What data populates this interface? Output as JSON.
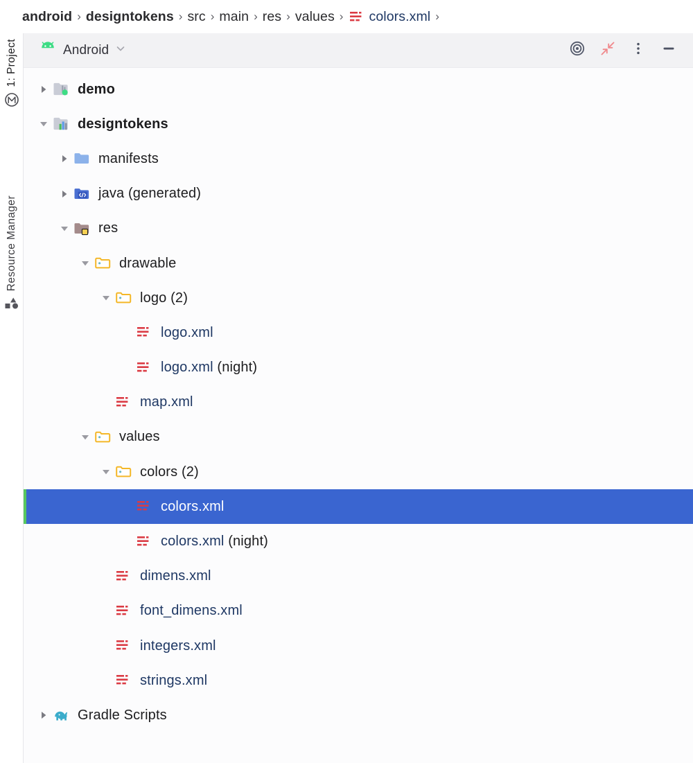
{
  "breadcrumb": {
    "name": "breadcrumb",
    "separator": "›",
    "items": [
      {
        "label": "android",
        "bold": true,
        "link": false,
        "icon": null
      },
      {
        "label": "designtokens",
        "bold": true,
        "link": false,
        "icon": null
      },
      {
        "label": "src",
        "bold": false,
        "link": false,
        "icon": null
      },
      {
        "label": "main",
        "bold": false,
        "link": false,
        "icon": null
      },
      {
        "label": "res",
        "bold": false,
        "link": false,
        "icon": null
      },
      {
        "label": "values",
        "bold": false,
        "link": false,
        "icon": null
      },
      {
        "label": "colors.xml",
        "bold": false,
        "link": true,
        "icon": "xml-file-icon"
      }
    ],
    "trailing_separator": "›"
  },
  "tool_strip": {
    "tabs": [
      {
        "label": "1: Project",
        "icon": "module-circle-icon",
        "active": true
      },
      {
        "label": "Resource Manager",
        "icon": "shapes-icon",
        "active": false
      }
    ]
  },
  "toolbar": {
    "view_selector": {
      "label": "Android",
      "icon": "android-robot-icon",
      "chevron": "chevron-down-icon"
    },
    "buttons": [
      {
        "name": "select-opened-file-button",
        "icon": "target-icon",
        "tooltip": "Select Opened File"
      },
      {
        "name": "collapse-all-button",
        "icon": "collapse-all-icon",
        "tooltip": "Collapse All"
      },
      {
        "name": "options-menu-button",
        "icon": "more-vertical-icon",
        "tooltip": "Options"
      },
      {
        "name": "hide-panel-button",
        "icon": "minimize-icon",
        "tooltip": "Hide"
      }
    ]
  },
  "colors": {
    "selection_blue": "#3A65D0",
    "xml_text_blue": "#1F3864",
    "xml_icon_red": "#DB3B44",
    "folder_yellow": "#F4B728",
    "folder_blue": "#8CB2EA",
    "android_green": "#3DDC84",
    "gradle_teal": "#3BACCB",
    "vcs_green": "#57C75E",
    "toolbar_bg": "#F2F2F4",
    "panel_bg": "#FCFCFD"
  },
  "tree": {
    "rows": [
      {
        "label": "demo",
        "depth": 0,
        "twisty": "collapsed",
        "icon": "module-folder-app-icon",
        "bold": true,
        "style": "plain",
        "selected": false
      },
      {
        "label": "designtokens",
        "depth": 0,
        "twisty": "expanded",
        "icon": "module-folder-lib-icon",
        "bold": true,
        "style": "plain",
        "selected": false
      },
      {
        "label": "manifests",
        "depth": 1,
        "twisty": "collapsed",
        "icon": "folder-blue-icon",
        "bold": false,
        "style": "plain",
        "selected": false
      },
      {
        "label": "java (generated)",
        "depth": 1,
        "twisty": "collapsed",
        "icon": "folder-java-code-icon",
        "bold": false,
        "style": "plain",
        "selected": false
      },
      {
        "label": "res",
        "depth": 1,
        "twisty": "expanded",
        "icon": "folder-res-icon",
        "bold": false,
        "style": "plain",
        "selected": false
      },
      {
        "label": "drawable",
        "depth": 2,
        "twisty": "expanded",
        "icon": "folder-resource-icon",
        "bold": false,
        "style": "plain",
        "selected": false
      },
      {
        "label": "logo (2)",
        "depth": 3,
        "twisty": "expanded",
        "icon": "folder-resource-icon",
        "bold": false,
        "style": "plain",
        "selected": false
      },
      {
        "label": "logo.xml",
        "depth": 4,
        "twisty": "none",
        "icon": "xml-file-icon",
        "bold": false,
        "style": "xml",
        "selected": false
      },
      {
        "label": "logo.xml",
        "depth": 4,
        "twisty": "none",
        "icon": "xml-file-icon",
        "bold": false,
        "style": "xml",
        "selected": false,
        "qualifier": " (night)"
      },
      {
        "label": "map.xml",
        "depth": 3,
        "twisty": "none",
        "icon": "xml-file-icon",
        "bold": false,
        "style": "xml",
        "selected": false
      },
      {
        "label": "values",
        "depth": 2,
        "twisty": "expanded",
        "icon": "folder-resource-icon",
        "bold": false,
        "style": "plain",
        "selected": false
      },
      {
        "label": "colors (2)",
        "depth": 3,
        "twisty": "expanded",
        "icon": "folder-resource-icon",
        "bold": false,
        "style": "plain",
        "selected": false
      },
      {
        "label": "colors.xml",
        "depth": 4,
        "twisty": "none",
        "icon": "xml-file-icon",
        "bold": false,
        "style": "xml",
        "selected": true
      },
      {
        "label": "colors.xml",
        "depth": 4,
        "twisty": "none",
        "icon": "xml-file-icon",
        "bold": false,
        "style": "xml",
        "selected": false,
        "qualifier": " (night)"
      },
      {
        "label": "dimens.xml",
        "depth": 3,
        "twisty": "none",
        "icon": "xml-file-icon",
        "bold": false,
        "style": "xml",
        "selected": false
      },
      {
        "label": "font_dimens.xml",
        "depth": 3,
        "twisty": "none",
        "icon": "xml-file-icon",
        "bold": false,
        "style": "xml",
        "selected": false
      },
      {
        "label": "integers.xml",
        "depth": 3,
        "twisty": "none",
        "icon": "xml-file-icon",
        "bold": false,
        "style": "xml",
        "selected": false
      },
      {
        "label": "strings.xml",
        "depth": 3,
        "twisty": "none",
        "icon": "xml-file-icon",
        "bold": false,
        "style": "xml",
        "selected": false
      },
      {
        "label": "Gradle Scripts",
        "depth": 0,
        "twisty": "collapsed",
        "icon": "gradle-elephant-icon",
        "bold": false,
        "style": "plain",
        "selected": false
      }
    ]
  }
}
